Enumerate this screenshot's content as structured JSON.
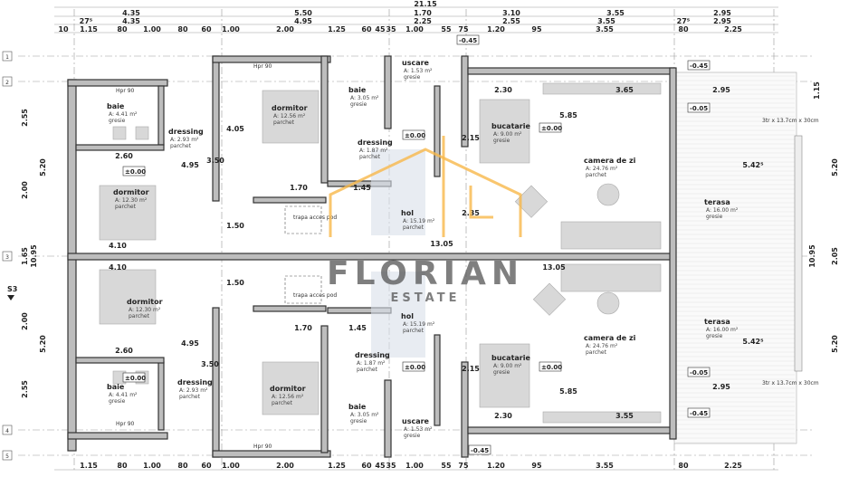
{
  "plan": {
    "overall_dimension": "21.15",
    "top_dims_row1": [
      "4.35",
      "5.50",
      "1.70",
      "3.10",
      "3.55",
      "2.95"
    ],
    "top_dims_row2": [
      "27⁵",
      "4.35",
      "4.95",
      "2.25",
      "2.55",
      "3.55",
      "27⁵",
      "2.95"
    ],
    "top_dims_row3": [
      "10",
      "1.15",
      "80",
      "1.00",
      "80",
      "60",
      "1.00",
      "2.00",
      "1.25",
      "60",
      "45",
      "35",
      "1.00",
      "55",
      "75",
      "1.20",
      "95",
      "3.55",
      "80",
      "2.25"
    ],
    "bottom_dims_row1": [
      "1.15",
      "80",
      "1.00",
      "80",
      "60",
      "1.00",
      "2.00",
      "1.25",
      "60",
      "45",
      "35",
      "1.00",
      "55",
      "75",
      "1.20",
      "95",
      "3.55",
      "80",
      "2.25"
    ],
    "left_dims": [
      "10.95",
      "5.20",
      "5.20",
      "2.55",
      "2.00",
      "1.65",
      "2.55",
      "2.00"
    ],
    "right_dims": [
      "10.95",
      "5.20",
      "5.20",
      "2.05",
      "1.15"
    ],
    "axis_labels": [
      "1",
      "2",
      "3",
      "4",
      "5"
    ],
    "section_label": "S3",
    "levels": [
      "±0.00",
      "±0.00",
      "±0.00",
      "±0.00",
      "±0.00",
      "±0.00",
      "-0.45",
      "-0.45",
      "-0.05",
      "-0.45",
      "-0.45",
      "-0.05"
    ],
    "interior_dims": [
      "13.05",
      "13.05",
      "5.85",
      "5.85",
      "4.10",
      "4.10",
      "2.60",
      "2.60",
      "1.70",
      "1.45",
      "1.70",
      "1.45",
      "2.30",
      "3.65",
      "2.95",
      "2.30",
      "3.55",
      "2.95",
      "2.35",
      "2.15",
      "2.15",
      "4.05",
      "4.95",
      "4.95",
      "3.50",
      "3.50",
      "5.42⁵",
      "5.42⁵",
      "1.50",
      "1.50"
    ],
    "rooms": [
      {
        "name": "baie",
        "area": "A: 4.41 m²",
        "floor": "gresie"
      },
      {
        "name": "dressing",
        "area": "A: 2.93 m²",
        "floor": "parchet"
      },
      {
        "name": "dormitor",
        "area": "A: 12.30 m²",
        "floor": "parchet"
      },
      {
        "name": "dormitor",
        "area": "A: 12.56 m²",
        "floor": "parchet"
      },
      {
        "name": "baie",
        "area": "A: 3.05 m²",
        "floor": "gresie"
      },
      {
        "name": "dressing",
        "area": "A: 1.87 m²",
        "floor": "parchet"
      },
      {
        "name": "hol",
        "area": "A: 15.19 m²",
        "floor": "parchet"
      },
      {
        "name": "bucatarie",
        "area": "A: 9.00 m²",
        "floor": "gresie"
      },
      {
        "name": "camera de zi",
        "area": "A: 24.76 m²",
        "floor": "parchet"
      },
      {
        "name": "terasa",
        "area": "A: 16.00 m²",
        "floor": "gresie"
      },
      {
        "name": "uscare",
        "area": "A: 1.53 m²",
        "floor": "gresie"
      },
      {
        "name": "dormitor",
        "area": "A: 12.30 m²",
        "floor": "parchet"
      },
      {
        "name": "baie",
        "area": "A: 4.41 m²",
        "floor": "gresie"
      },
      {
        "name": "dressing",
        "area": "A: 2.93 m²",
        "floor": "parchet"
      },
      {
        "name": "dormitor",
        "area": "A: 12.56 m²",
        "floor": "parchet"
      },
      {
        "name": "dressing",
        "area": "A: 1.87 m²",
        "floor": "parchet"
      },
      {
        "name": "baie",
        "area": "A: 3.05 m²",
        "floor": "gresie"
      },
      {
        "name": "hol",
        "area": "A: 15.19 m²",
        "floor": "parchet"
      },
      {
        "name": "bucatarie",
        "area": "A: 9.00 m²",
        "floor": "gresie"
      },
      {
        "name": "camera de zi",
        "area": "A: 24.76 m²",
        "floor": "parchet"
      },
      {
        "name": "terasa",
        "area": "A: 16.00 m²",
        "floor": "gresie"
      },
      {
        "name": "uscare",
        "area": "A: 1.53 m²",
        "floor": "gresie"
      }
    ],
    "hatch_label": "trapa acces pod",
    "window_note": "3tr x 13.7cm x 30cm",
    "parapet_note": "Hpr 90",
    "watermark": {
      "line1": "FLORIAN",
      "line2": "ESTATE"
    }
  },
  "colors": {
    "logo": "#f7b84a",
    "wall": "#bdbdbd"
  }
}
